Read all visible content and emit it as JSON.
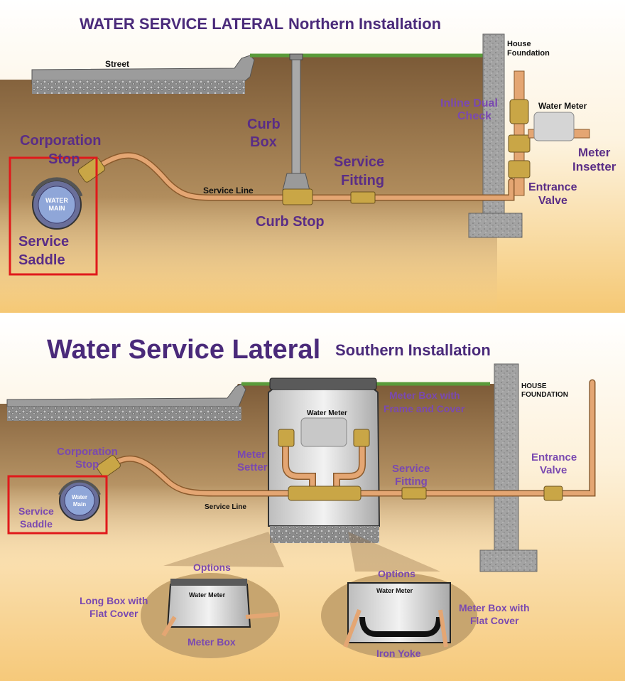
{
  "colors": {
    "title_purple": "#4a2a7a",
    "label_purple": "#5a2d86",
    "soil": "#8a6a42",
    "copper": "#d99a62",
    "brass": "#c9a646",
    "concrete": "#9a9a9a",
    "grass": "#5a9b3a",
    "highlight_red": "#e0191b",
    "sky_gradient_bottom": "#f6c77a"
  },
  "north": {
    "title": "WATER SERVICE LATERAL",
    "subtitle": "Northern Installation",
    "street": "Street",
    "house_foundation_1": "House",
    "house_foundation_2": "Foundation",
    "curb_box_1": "Curb",
    "curb_box_2": "Box",
    "corporation_stop_1": "Corporation",
    "corporation_stop_2": "Stop",
    "water_main_1": "WATER",
    "water_main_2": "MAIN",
    "service_saddle_1": "Service",
    "service_saddle_2": "Saddle",
    "service_line": "Service Line",
    "curb_stop": "Curb Stop",
    "service_fitting_1": "Service",
    "service_fitting_2": "Fitting",
    "inline_dual_check_1": "Inline Dual",
    "inline_dual_check_2": "Check",
    "water_meter": "Water Meter",
    "meter_insetter_1": "Meter",
    "meter_insetter_2": "Insetter",
    "entrance_valve_1": "Entrance",
    "entrance_valve_2": "Valve"
  },
  "south": {
    "title": "Water Service Lateral",
    "subtitle": "Southern Installation",
    "house_foundation_1": "HOUSE",
    "house_foundation_2": "FOUNDATION",
    "meter_box_frame_1": "Meter Box with",
    "meter_box_frame_2": "Frame and Cover",
    "water_meter": "Water Meter",
    "corporation_stop_1": "Corporation",
    "corporation_stop_2": "Stop",
    "meter_setter_1": "Meter",
    "meter_setter_2": "Setter",
    "service_fitting_1": "Service",
    "service_fitting_2": "Fitting",
    "entrance_valve_1": "Entrance",
    "entrance_valve_2": "Valve",
    "water_main_1": "Water",
    "water_main_2": "Main",
    "service_saddle_1": "Service",
    "service_saddle_2": "Saddle",
    "service_line": "Service Line",
    "options_left": "Options",
    "options_right": "Options",
    "long_box_1": "Long Box with",
    "long_box_2": "Flat Cover",
    "option_water_meter_left": "Water Meter",
    "option_water_meter_right": "Water Meter",
    "meter_box": "Meter Box",
    "iron_yoke": "Iron Yoke",
    "meter_box_flat_1": "Meter Box with",
    "meter_box_flat_2": "Flat Cover"
  }
}
